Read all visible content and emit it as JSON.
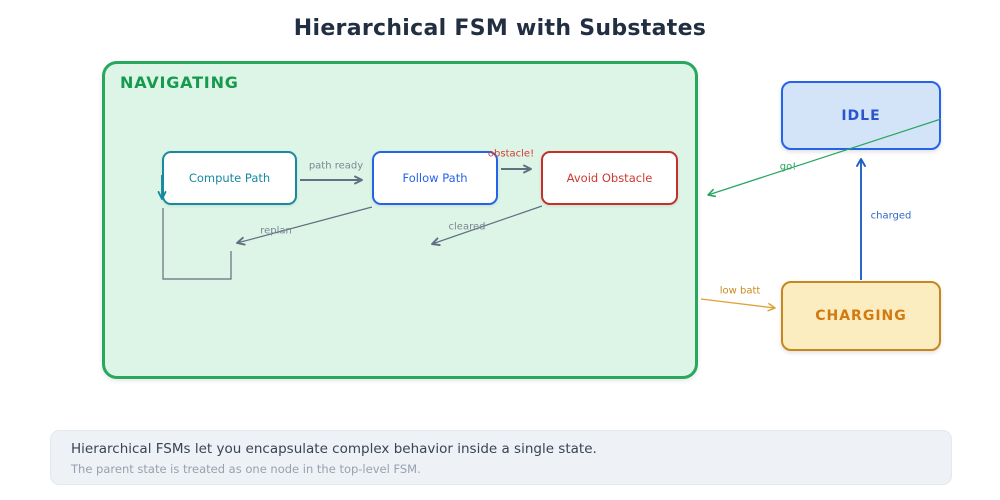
{
  "title": "Hierarchical FSM with Substates",
  "fsm": {
    "parent_state": {
      "name": "NAVIGATING"
    },
    "substates": [
      {
        "name": "Compute Path"
      },
      {
        "name": "Follow Path"
      },
      {
        "name": "Avoid Obstacle"
      }
    ],
    "substate_transitions": [
      {
        "from": "Compute Path",
        "to": "Follow Path",
        "label": "path ready"
      },
      {
        "from": "Follow Path",
        "to": "Avoid Obstacle",
        "label": "obstacle!"
      },
      {
        "from": "Follow Path",
        "to": "Compute Path",
        "label": "replan"
      },
      {
        "from": "Avoid Obstacle",
        "to": "Follow Path",
        "label": "cleared"
      }
    ],
    "top_states": [
      {
        "name": "IDLE"
      },
      {
        "name": "CHARGING"
      }
    ],
    "top_transitions": [
      {
        "from": "IDLE",
        "to": "NAVIGATING",
        "label": "go!"
      },
      {
        "from": "NAVIGATING",
        "to": "CHARGING",
        "label": "low batt"
      },
      {
        "from": "CHARGING",
        "to": "IDLE",
        "label": "charged"
      }
    ]
  },
  "note": {
    "line1": "Hierarchical FSMs let you encapsulate complex behavior inside a single state.",
    "line2": "The parent state is treated as one node in the top-level FSM."
  },
  "colors": {
    "title": "#222e42",
    "green_border": "#27a85c",
    "green_fill": "#ddf5e6",
    "green_label": "#169a4e",
    "teal": "#1889a0",
    "blue": "#2563eb",
    "blue_fill": "#d3e3f8",
    "idle_text": "#2b55cc",
    "red": "#c5302a",
    "red_text": "#cd3a30",
    "slate": "#5f7080",
    "edge_gray": "#7d8793",
    "obstacle_red": "#d23b33",
    "orange_border": "#c8861e",
    "orange_fill": "#fcedc0",
    "charging_text": "#d2790f",
    "go_green": "#27a55f",
    "charged_blue": "#1f5fc4",
    "charged_label": "#3068c8",
    "low_batt": "#dfa23a",
    "low_batt_label": "#c98a20",
    "note_bg": "#eef1f6",
    "note_text": "#3a4454",
    "note_subtext": "#98a1ae"
  }
}
